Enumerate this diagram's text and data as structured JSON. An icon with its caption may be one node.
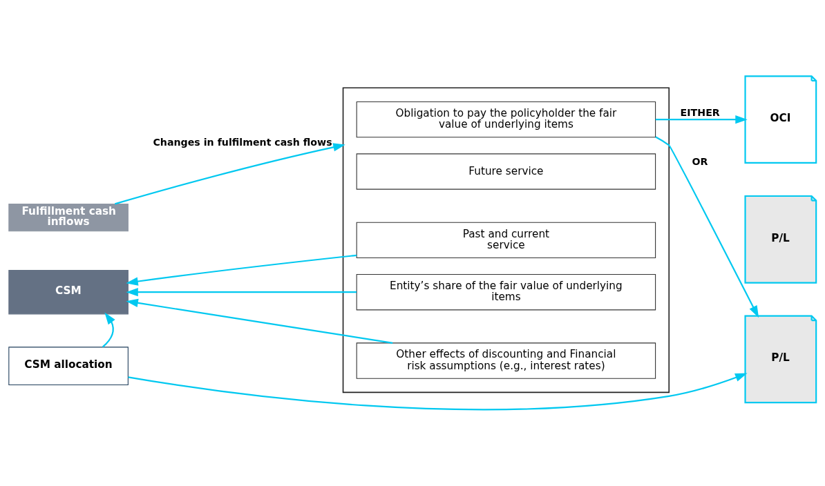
{
  "diagram": {
    "nodes": [
      {
        "text": [
          "Fulfillment cash inflows"
        ]
      },
      {
        "text": [],
        "shape": "box"
      },
      {
        "text": [
          "Obligation to pay the policyholder the fair value of underlying items"
        ],
        "in": 1
      },
      {
        "text": [
          "Entity’s share of the fair value of underlying items"
        ],
        "in": 1
      },
      {
        "text": [
          "Other effects of discounting and Financial risk assumptions (e.g., interest rates)"
        ],
        "in": 1
      },
      {
        "text": [
          "Past and current service"
        ],
        "in": 1
      },
      {
        "text": [
          "Future service"
        ],
        "in": 1
      },
      {
        "text": [
          "CSM"
        ]
      },
      {
        "text": [
          "OCI"
        ]
      },
      {
        "text": [
          "P/L"
        ]
      },
      {
        "text": [
          "P/L"
        ]
      },
      {
        "text": [
          "CSM allocation"
        ]
      }
    ],
    "edges": [
      {
        "from": 0,
        "to": 1,
        "arrow": "to",
        "label": "Changes in fulfilment cash flows"
      },
      {
        "from": 2,
        "to": 8,
        "arrow": "to",
        "label": "EITHER"
      },
      {
        "from": 2,
        "to": 10,
        "arrow": "to",
        "label": "OR"
      },
      {
        "from": 3,
        "to": 7,
        "arrow": "to"
      },
      {
        "from": 4,
        "to": 7,
        "arrow": "to"
      },
      {
        "from": 5,
        "to": 7,
        "arrow": "to"
      },
      {
        "from": 11,
        "to": 7,
        "arrow": "to"
      },
      {
        "from": 11,
        "to": 10,
        "arrow": "to"
      }
    ]
  }
}
